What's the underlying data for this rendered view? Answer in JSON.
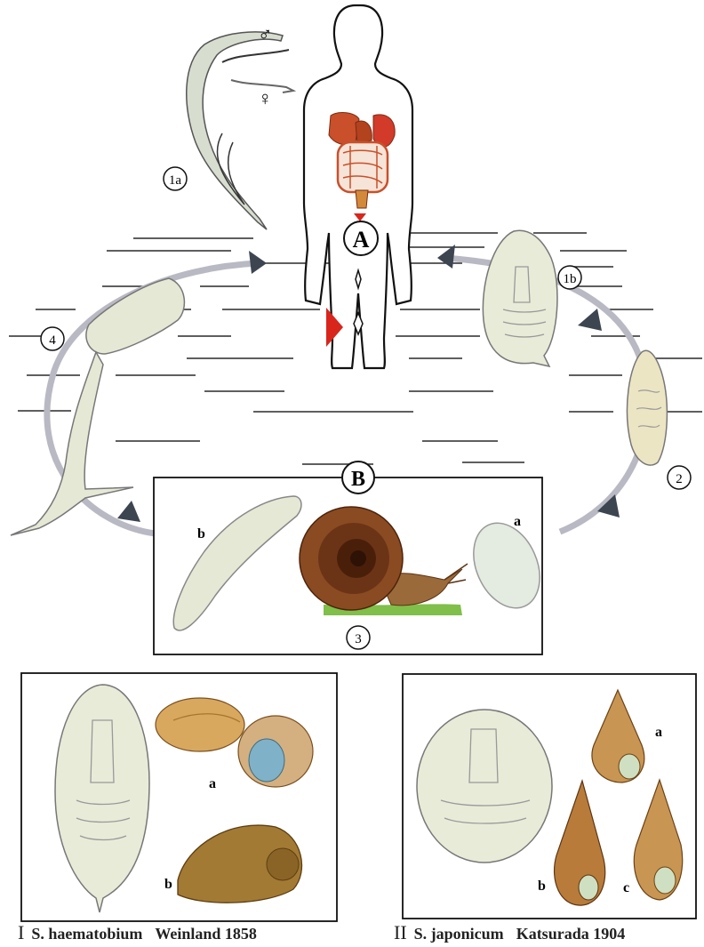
{
  "sex_symbols": {
    "male": "♂",
    "female": "♀"
  },
  "labels": {
    "host_A": "A",
    "host_B": "B",
    "stage_1a": "1a",
    "stage_1b": "1b",
    "stage_2": "2",
    "stage_3": "3",
    "stage_4": "4",
    "sporocyst_b": "b",
    "egg_a": "a"
  },
  "panel_I": {
    "numeral": "I",
    "species": "S. haematobium",
    "authority": "Weinland 1858",
    "snail_a": "a",
    "snail_b": "b"
  },
  "panel_II": {
    "numeral": "II",
    "species": "S. japonicum",
    "authority": "Katsurada 1904",
    "snail_a": "a",
    "snail_b": "b",
    "snail_c": "c"
  },
  "colors": {
    "cycle_line": "#b9b9c4",
    "arrowhead": "#3c4550",
    "human_arrow": "#d8261c",
    "organ": "#c9502a",
    "larva": "#e8ebd8",
    "snail_shell": "#8a4b22",
    "grass": "#7fbf4a",
    "water_lines": "#2a2a2a"
  },
  "icons": [
    "male-symbol-icon",
    "female-symbol-icon",
    "snail-icon",
    "human-silhouette-icon"
  ]
}
